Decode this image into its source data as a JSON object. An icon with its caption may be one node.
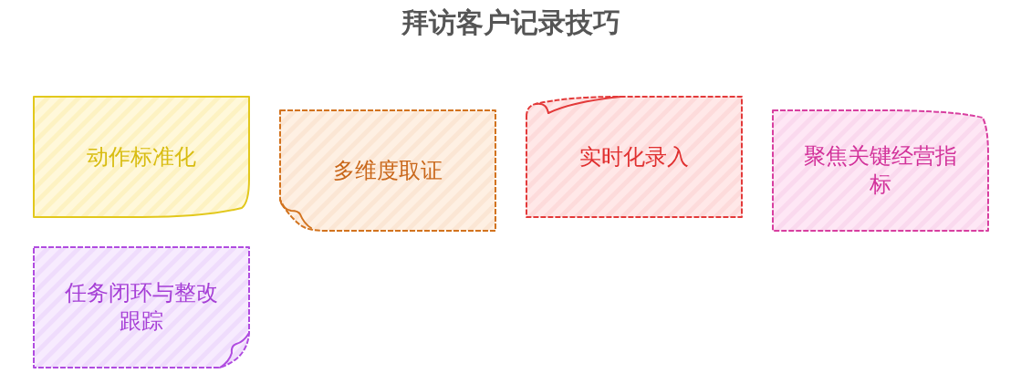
{
  "diagram": {
    "title": "拜访客户记录技巧",
    "nodes": [
      {
        "text": [
          "动作标准化"
        ]
      },
      {
        "text": [
          "多维度取证"
        ]
      },
      {
        "text": [
          "实时化录入"
        ]
      },
      {
        "text": [
          "聚焦关键经营指标"
        ]
      },
      {
        "text": [
          "任务闭环与整改跟踪"
        ]
      }
    ]
  }
}
